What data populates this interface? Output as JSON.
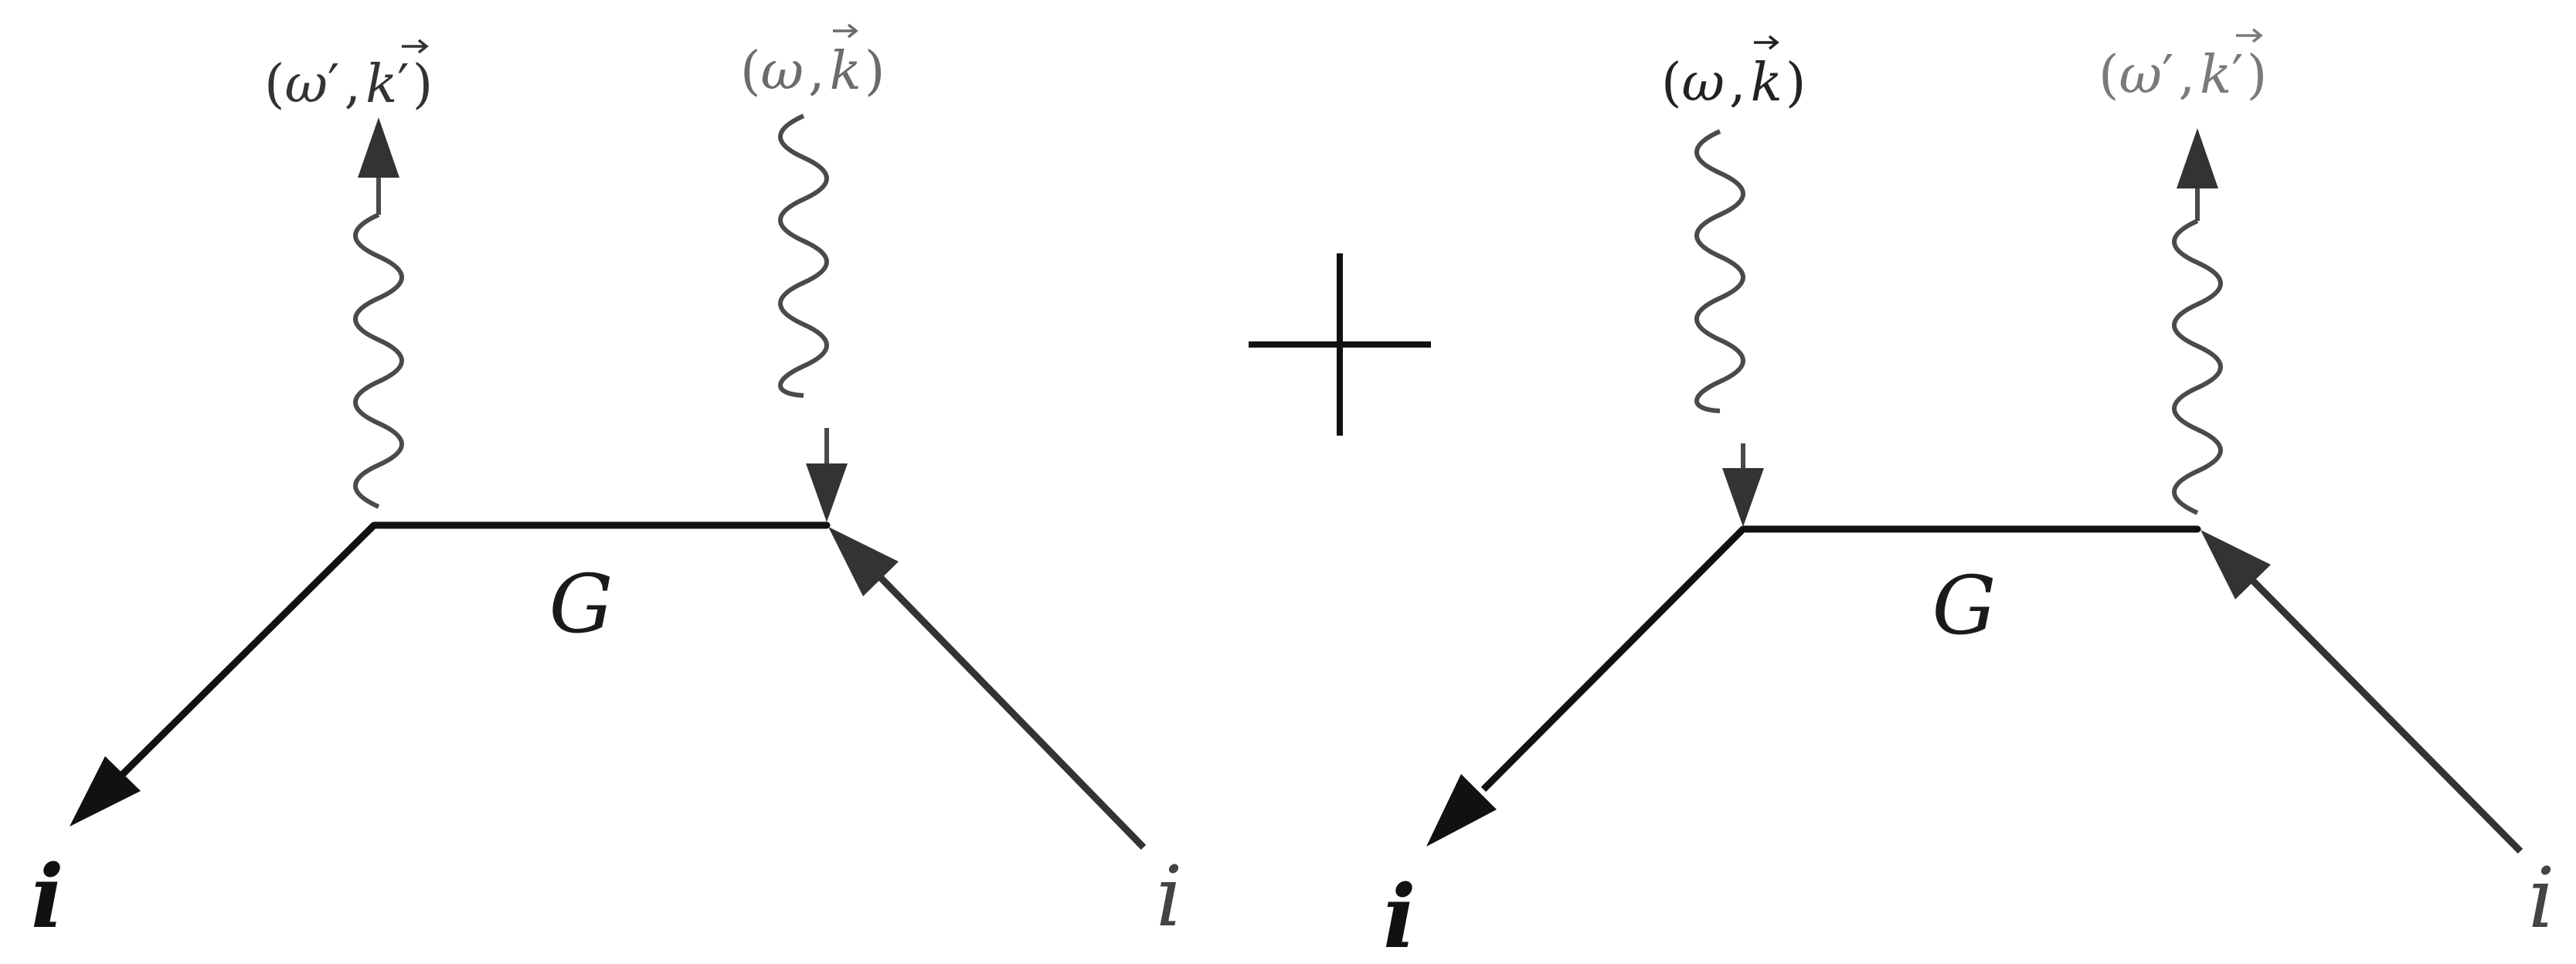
{
  "diagram": {
    "operator": "+",
    "left": {
      "propagator_label": "G",
      "outgoing_particle_label": "i",
      "incoming_particle_label": "i",
      "emitted_photon": {
        "open": "(",
        "omega": "ω",
        "prime1": "′",
        "comma": ",",
        "k": "k",
        "prime2": "′",
        "close": ")"
      },
      "absorbed_photon": {
        "open": "(",
        "omega": "ω",
        "comma": ",",
        "k": "k",
        "close": ")"
      }
    },
    "right": {
      "propagator_label": "G",
      "outgoing_particle_label": "i",
      "incoming_particle_label": "i",
      "absorbed_photon": {
        "open": "(",
        "omega": "ω",
        "comma": ",",
        "k": "k",
        "close": ")"
      },
      "emitted_photon": {
        "open": "(",
        "omega": "ω",
        "prime1": "′",
        "comma": ",",
        "k": "k",
        "prime2": "′",
        "close": ")"
      }
    }
  }
}
